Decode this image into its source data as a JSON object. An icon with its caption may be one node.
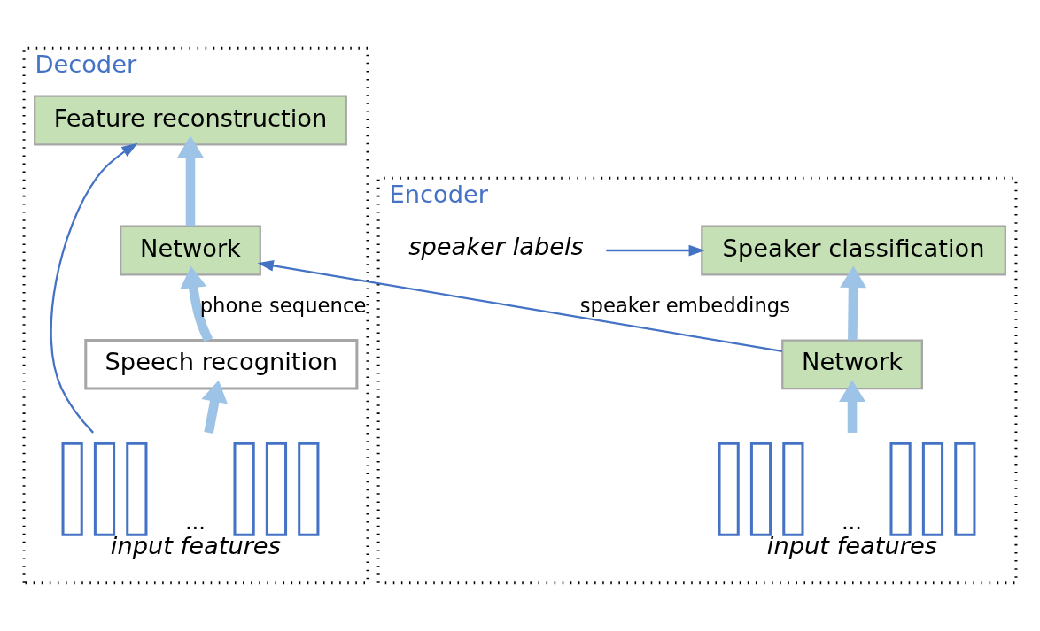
{
  "diagram": {
    "nodes": [
      {
        "text": [
          "Encoder"
        ]
      },
      {
        "text": [
          "speaker labels"
        ],
        "in": 0
      },
      {
        "text": [
          "Speaker classification"
        ],
        "in": 0
      },
      {
        "text": [
          "Network"
        ],
        "in": 0
      },
      {
        "text": [
          "..."
        ],
        "beside": [
          "input features"
        ],
        "in": 0
      },
      {
        "text": [
          "Decoder"
        ]
      },
      {
        "text": [
          "Feature reconstruction"
        ],
        "in": 5
      },
      {
        "text": [
          "Network"
        ],
        "in": 5
      },
      {
        "text": [
          "Speech recognition"
        ],
        "in": 5
      },
      {
        "text": [
          "..."
        ],
        "beside": [
          "input features"
        ],
        "in": 5
      }
    ],
    "edges": [
      {
        "from": 1,
        "to": 2,
        "arrow": "to",
        "color": "#4472c4"
      },
      {
        "from": 4,
        "to": 3,
        "arrow": "to"
      },
      {
        "from": 3,
        "to": 2,
        "arrow": "to"
      },
      {
        "from": 3,
        "to": 7,
        "arrow": "to",
        "label": "speaker embeddings",
        "color": "#4472c4"
      },
      {
        "from": 9,
        "to": 8,
        "arrow": "to"
      },
      {
        "from": 8,
        "to": 7,
        "arrow": "to",
        "label": "phone sequence"
      },
      {
        "from": 7,
        "to": 6,
        "arrow": "to"
      },
      {
        "from": 9,
        "to": 6,
        "arrow": "to",
        "color": "#4472c4"
      }
    ]
  }
}
